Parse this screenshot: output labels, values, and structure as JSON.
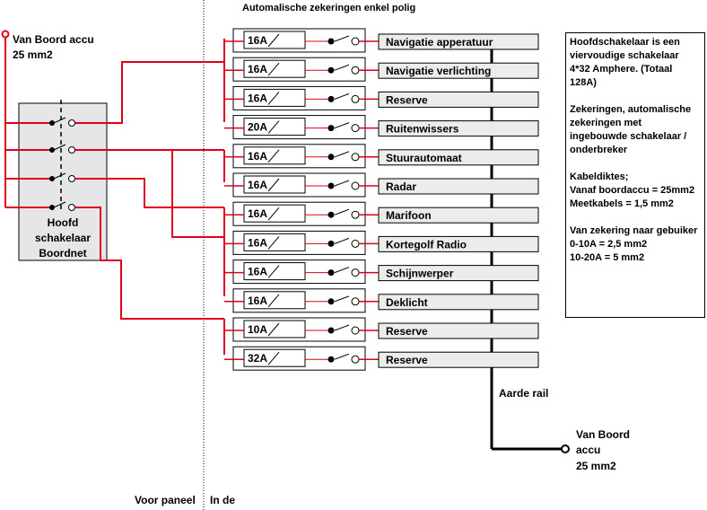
{
  "colors": {
    "wire": "#e0001b",
    "ground": "#000000",
    "label_fill": "#ececec",
    "box_fill": "#e6e6e6",
    "page": "#ffffff"
  },
  "title": "Automalische zekeringen enkel polig",
  "source": {
    "line1": "Van Boord accu",
    "line2": "25 mm2"
  },
  "main_switch": {
    "line1": "Hoofd",
    "line2": "schakelaar",
    "line3": "Boordnet"
  },
  "circuits": [
    {
      "amp": "16A",
      "label": "Navigatie apperatuur"
    },
    {
      "amp": "16A",
      "label": "Navigatie verlichting"
    },
    {
      "amp": "16A",
      "label": "Reserve"
    },
    {
      "amp": "20A",
      "label": "Ruitenwissers"
    },
    {
      "amp": "16A",
      "label": "Stuurautomaat"
    },
    {
      "amp": "16A",
      "label": "Radar"
    },
    {
      "amp": "16A",
      "label": "Marifoon"
    },
    {
      "amp": "16A",
      "label": "Kortegolf Radio"
    },
    {
      "amp": "16A",
      "label": "Schijnwerper"
    },
    {
      "amp": "16A",
      "label": "Deklicht"
    },
    {
      "amp": "10A",
      "label": "Reserve"
    },
    {
      "amp": "32A",
      "label": "Reserve"
    }
  ],
  "ground": {
    "rail_label": "Aarde rail",
    "line1": "Van Boord",
    "line2": "accu",
    "line3": "25 mm2"
  },
  "panel": {
    "front": "Voor paneel",
    "inside": "In de"
  },
  "notes": [
    "Hoofdschakelaar is een",
    "viervoudige schakelaar",
    "4*32 Amphere. (Totaal",
    "128A)",
    "",
    "Zekeringen, automalische",
    "zekeringen met",
    "ingebouwde schakelaar /",
    "onderbreker",
    "",
    "Kabeldiktes;",
    "Vanaf boordaccu = 25mm2",
    "Meetkabels = 1,5 mm2",
    "",
    "Van zekering naar gebuiker",
    "0-10A = 2,5 mm2",
    "10-20A = 5 mm2"
  ]
}
